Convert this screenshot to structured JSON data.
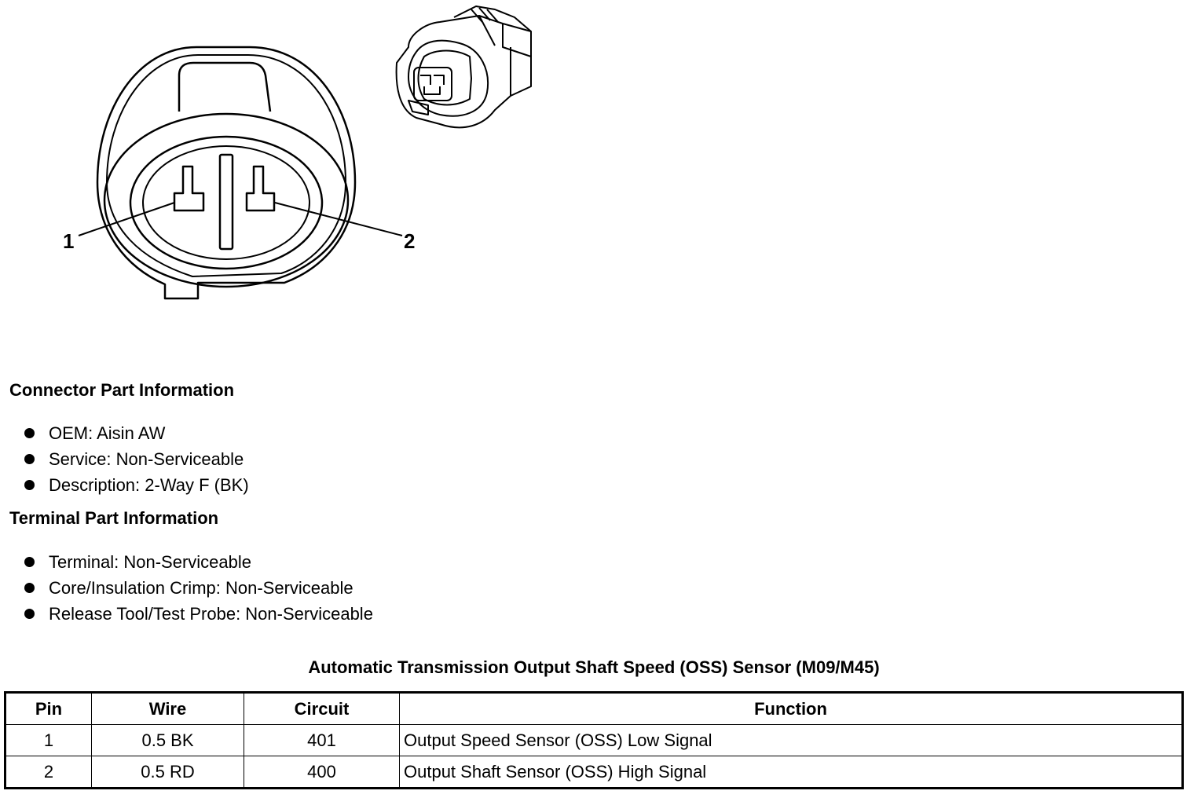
{
  "diagram": {
    "pin_callouts": [
      "1",
      "2"
    ]
  },
  "connector_info": {
    "heading": "Connector Part Information",
    "items": [
      "OEM: Aisin AW",
      "Service: Non-Serviceable",
      "Description: 2-Way F (BK)"
    ]
  },
  "terminal_info": {
    "heading": "Terminal Part Information",
    "items": [
      "Terminal: Non-Serviceable",
      "Core/Insulation Crimp: Non-Serviceable",
      "Release Tool/Test Probe: Non-Serviceable"
    ]
  },
  "pinout_table": {
    "title": "Automatic Transmission Output Shaft Speed (OSS) Sensor (M09/M45)",
    "headers": [
      "Pin",
      "Wire",
      "Circuit",
      "Function"
    ],
    "rows": [
      [
        "1",
        "0.5 BK",
        "401",
        "Output Speed Sensor (OSS) Low Signal"
      ],
      [
        "2",
        "0.5 RD",
        "400",
        "Output Shaft Sensor (OSS) High Signal"
      ]
    ]
  }
}
